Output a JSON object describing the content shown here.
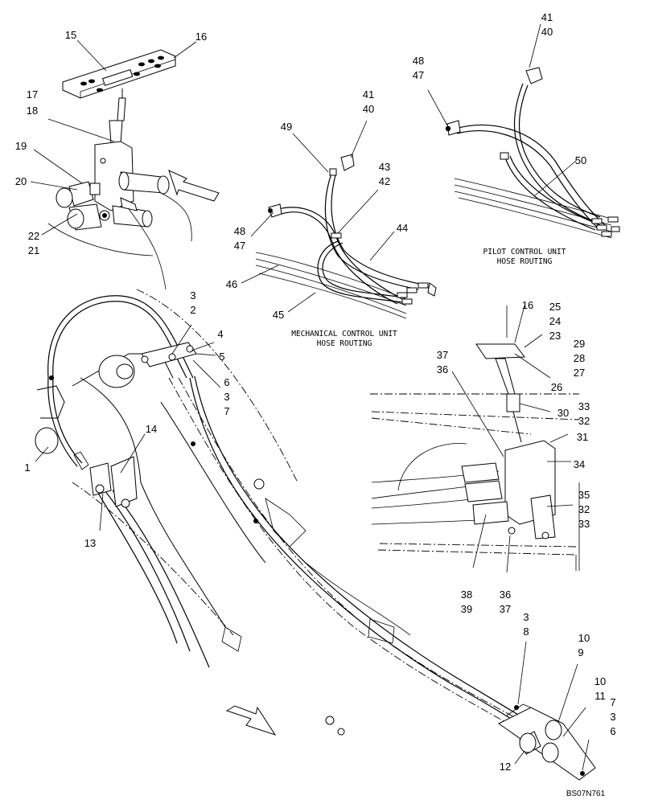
{
  "captions": {
    "mechanical_line1": "MECHANICAL CONTROL UNIT",
    "mechanical_line2": "HOSE ROUTING",
    "pilot_line1": "PILOT CONTROL UNIT",
    "pilot_line2": "HOSE ROUTING"
  },
  "reference_code": "BS07N761",
  "callouts": {
    "c15": "15",
    "c16a": "16",
    "c17": "17",
    "c18": "18",
    "c19": "19",
    "c20": "20",
    "c22": "22",
    "c21": "21",
    "c49": "49",
    "c41a": "41",
    "c40a": "40",
    "c43": "43",
    "c42": "42",
    "c44": "44",
    "c48a": "48",
    "c47a": "47",
    "c46": "46",
    "c45": "45",
    "c41b": "41",
    "c40b": "40",
    "c48b": "48",
    "c47b": "47",
    "c50": "50",
    "c3a": "3",
    "c2": "2",
    "c4": "4",
    "c5": "5",
    "c6a": "6",
    "c3b": "3",
    "c7a": "7",
    "c14": "14",
    "c1": "1",
    "c13": "13",
    "c16b": "16",
    "c25": "25",
    "c24": "24",
    "c23": "23",
    "c29": "29",
    "c28": "28",
    "c27": "27",
    "c26": "26",
    "c37a": "37",
    "c36a": "36",
    "c30": "30",
    "c33a": "33",
    "c32a": "32",
    "c31": "31",
    "c34": "34",
    "c35": "35",
    "c32b": "32",
    "c33b": "33",
    "c38": "38",
    "c39": "39",
    "c36b": "36",
    "c37b": "37",
    "c3c": "3",
    "c8": "8",
    "c10a": "10",
    "c9": "9",
    "c10b": "10",
    "c11": "11",
    "c7b": "7",
    "c3d": "3",
    "c6b": "6",
    "c12": "12"
  }
}
